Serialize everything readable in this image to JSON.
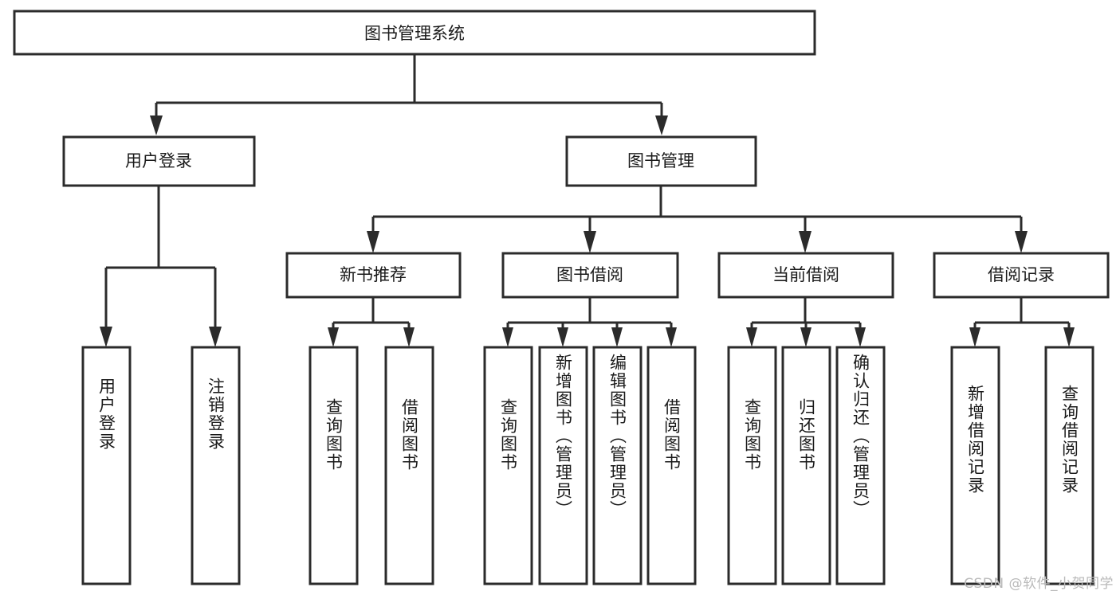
{
  "diagram": {
    "title": "图书管理系统",
    "watermark": "CSDN @软件_小贺同学",
    "colors": {
      "stroke": "#2b2b2b",
      "fill": "#ffffff",
      "text": "#1a1a1a",
      "watermark": "#b9b9b9",
      "background": "#ffffff"
    },
    "root": {
      "label": "图书管理系统",
      "level": 0
    },
    "level1": [
      {
        "label": "用户登录"
      },
      {
        "label": "图书管理"
      }
    ],
    "level2": [
      {
        "label": "新书推荐",
        "parent": "图书管理"
      },
      {
        "label": "图书借阅",
        "parent": "图书管理"
      },
      {
        "label": "当前借阅",
        "parent": "图书管理"
      },
      {
        "label": "借阅记录",
        "parent": "图书管理"
      }
    ],
    "leaves_user_login": [
      {
        "label": "用户登录"
      },
      {
        "label": "注销登录"
      }
    ],
    "leaves_new_book": [
      {
        "label": "查询图书"
      },
      {
        "label": "借阅图书"
      }
    ],
    "leaves_borrow": [
      {
        "label": "查询图书"
      },
      {
        "label": "新增图书（管理员）"
      },
      {
        "label": "编辑图书（管理员）"
      },
      {
        "label": "借阅图书"
      }
    ],
    "leaves_current": [
      {
        "label": "查询图书"
      },
      {
        "label": "归还图书"
      },
      {
        "label": "确认归还（管理员）"
      }
    ],
    "leaves_records": [
      {
        "label": "新增借阅记录"
      },
      {
        "label": "查询借阅记录"
      }
    ]
  }
}
